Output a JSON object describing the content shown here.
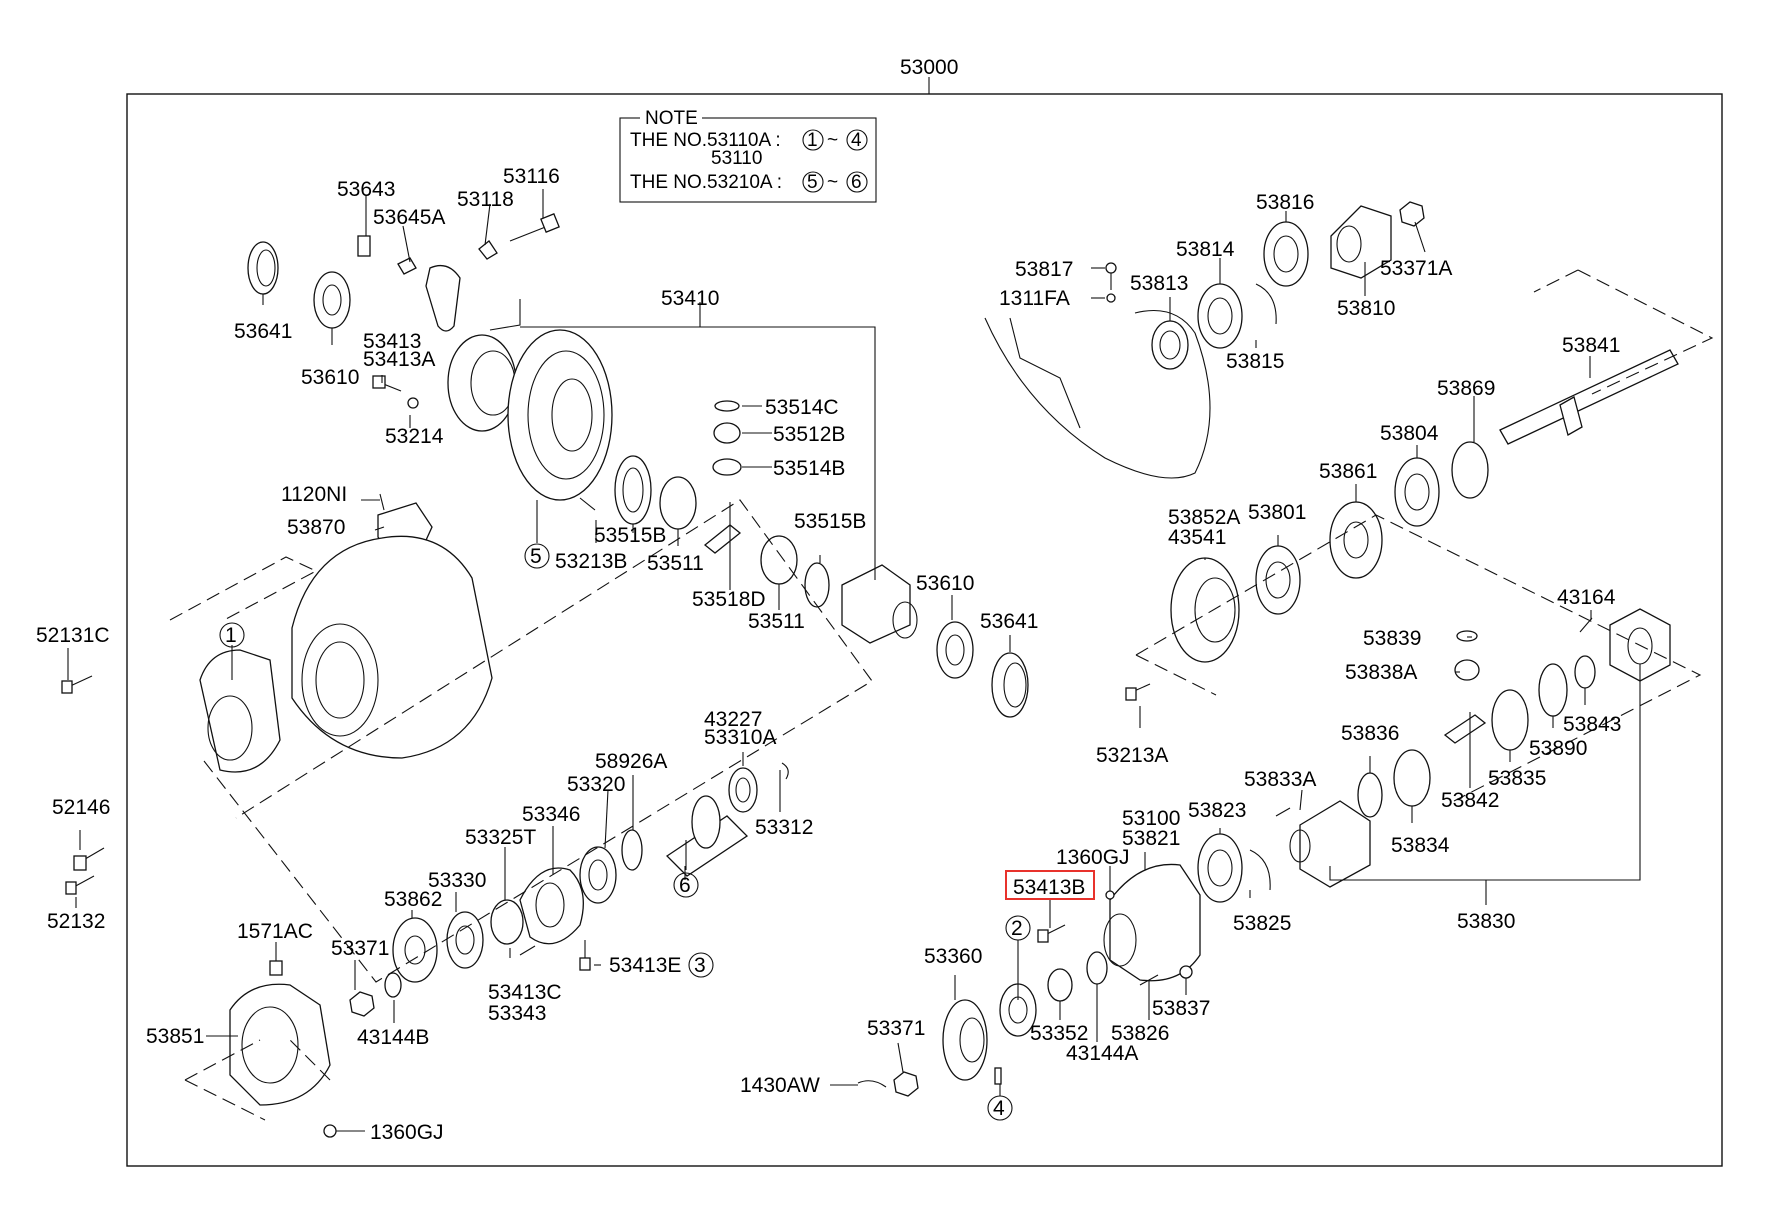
{
  "diagram": {
    "assembly_number": "53000",
    "highlighted_part": "53413B",
    "highlight_color": "#e8322c",
    "note": {
      "heading": "NOTE",
      "line1_prefix": "THE NO.53110A :",
      "line1_from": "1",
      "line1_tilde": "~",
      "line1_to": "4",
      "line1_alt": "53110",
      "line2_prefix": "THE NO.53210A :",
      "line2_from": "5",
      "line2_tilde": "~",
      "line2_to": "6"
    },
    "callouts": [
      "1",
      "2",
      "3",
      "4",
      "5",
      "6"
    ],
    "labels": [
      "53643",
      "53116",
      "53645A",
      "53118",
      "53641",
      "53610",
      "53413",
      "53413A",
      "53214",
      "53410",
      "53514C",
      "53512B",
      "53514B",
      "1120NI",
      "53870",
      "53515B",
      "53213B",
      "53511",
      "53515B",
      "53518D",
      "53511",
      "53610",
      "53641",
      "52131C",
      "52146",
      "52132",
      "43227",
      "53310A",
      "58926A",
      "53320",
      "53312",
      "53346",
      "53325T",
      "53330",
      "53862",
      "1571AC",
      "53371",
      "53413C",
      "53343",
      "53413E",
      "43144B",
      "53851",
      "1360GJ",
      "53817",
      "1311FA",
      "53816",
      "53814",
      "53813",
      "53371A",
      "53810",
      "53815",
      "53841",
      "53869",
      "53804",
      "53861",
      "53852A",
      "43541",
      "53801",
      "43164",
      "53839",
      "53838A",
      "53213A",
      "53836",
      "53833A",
      "53843",
      "53890",
      "53835",
      "53842",
      "53100",
      "53821",
      "53823",
      "1360GJ",
      "53413B",
      "53834",
      "53825",
      "53830",
      "53360",
      "53352",
      "53826",
      "53837",
      "43144A",
      "53371",
      "1430AW"
    ]
  }
}
